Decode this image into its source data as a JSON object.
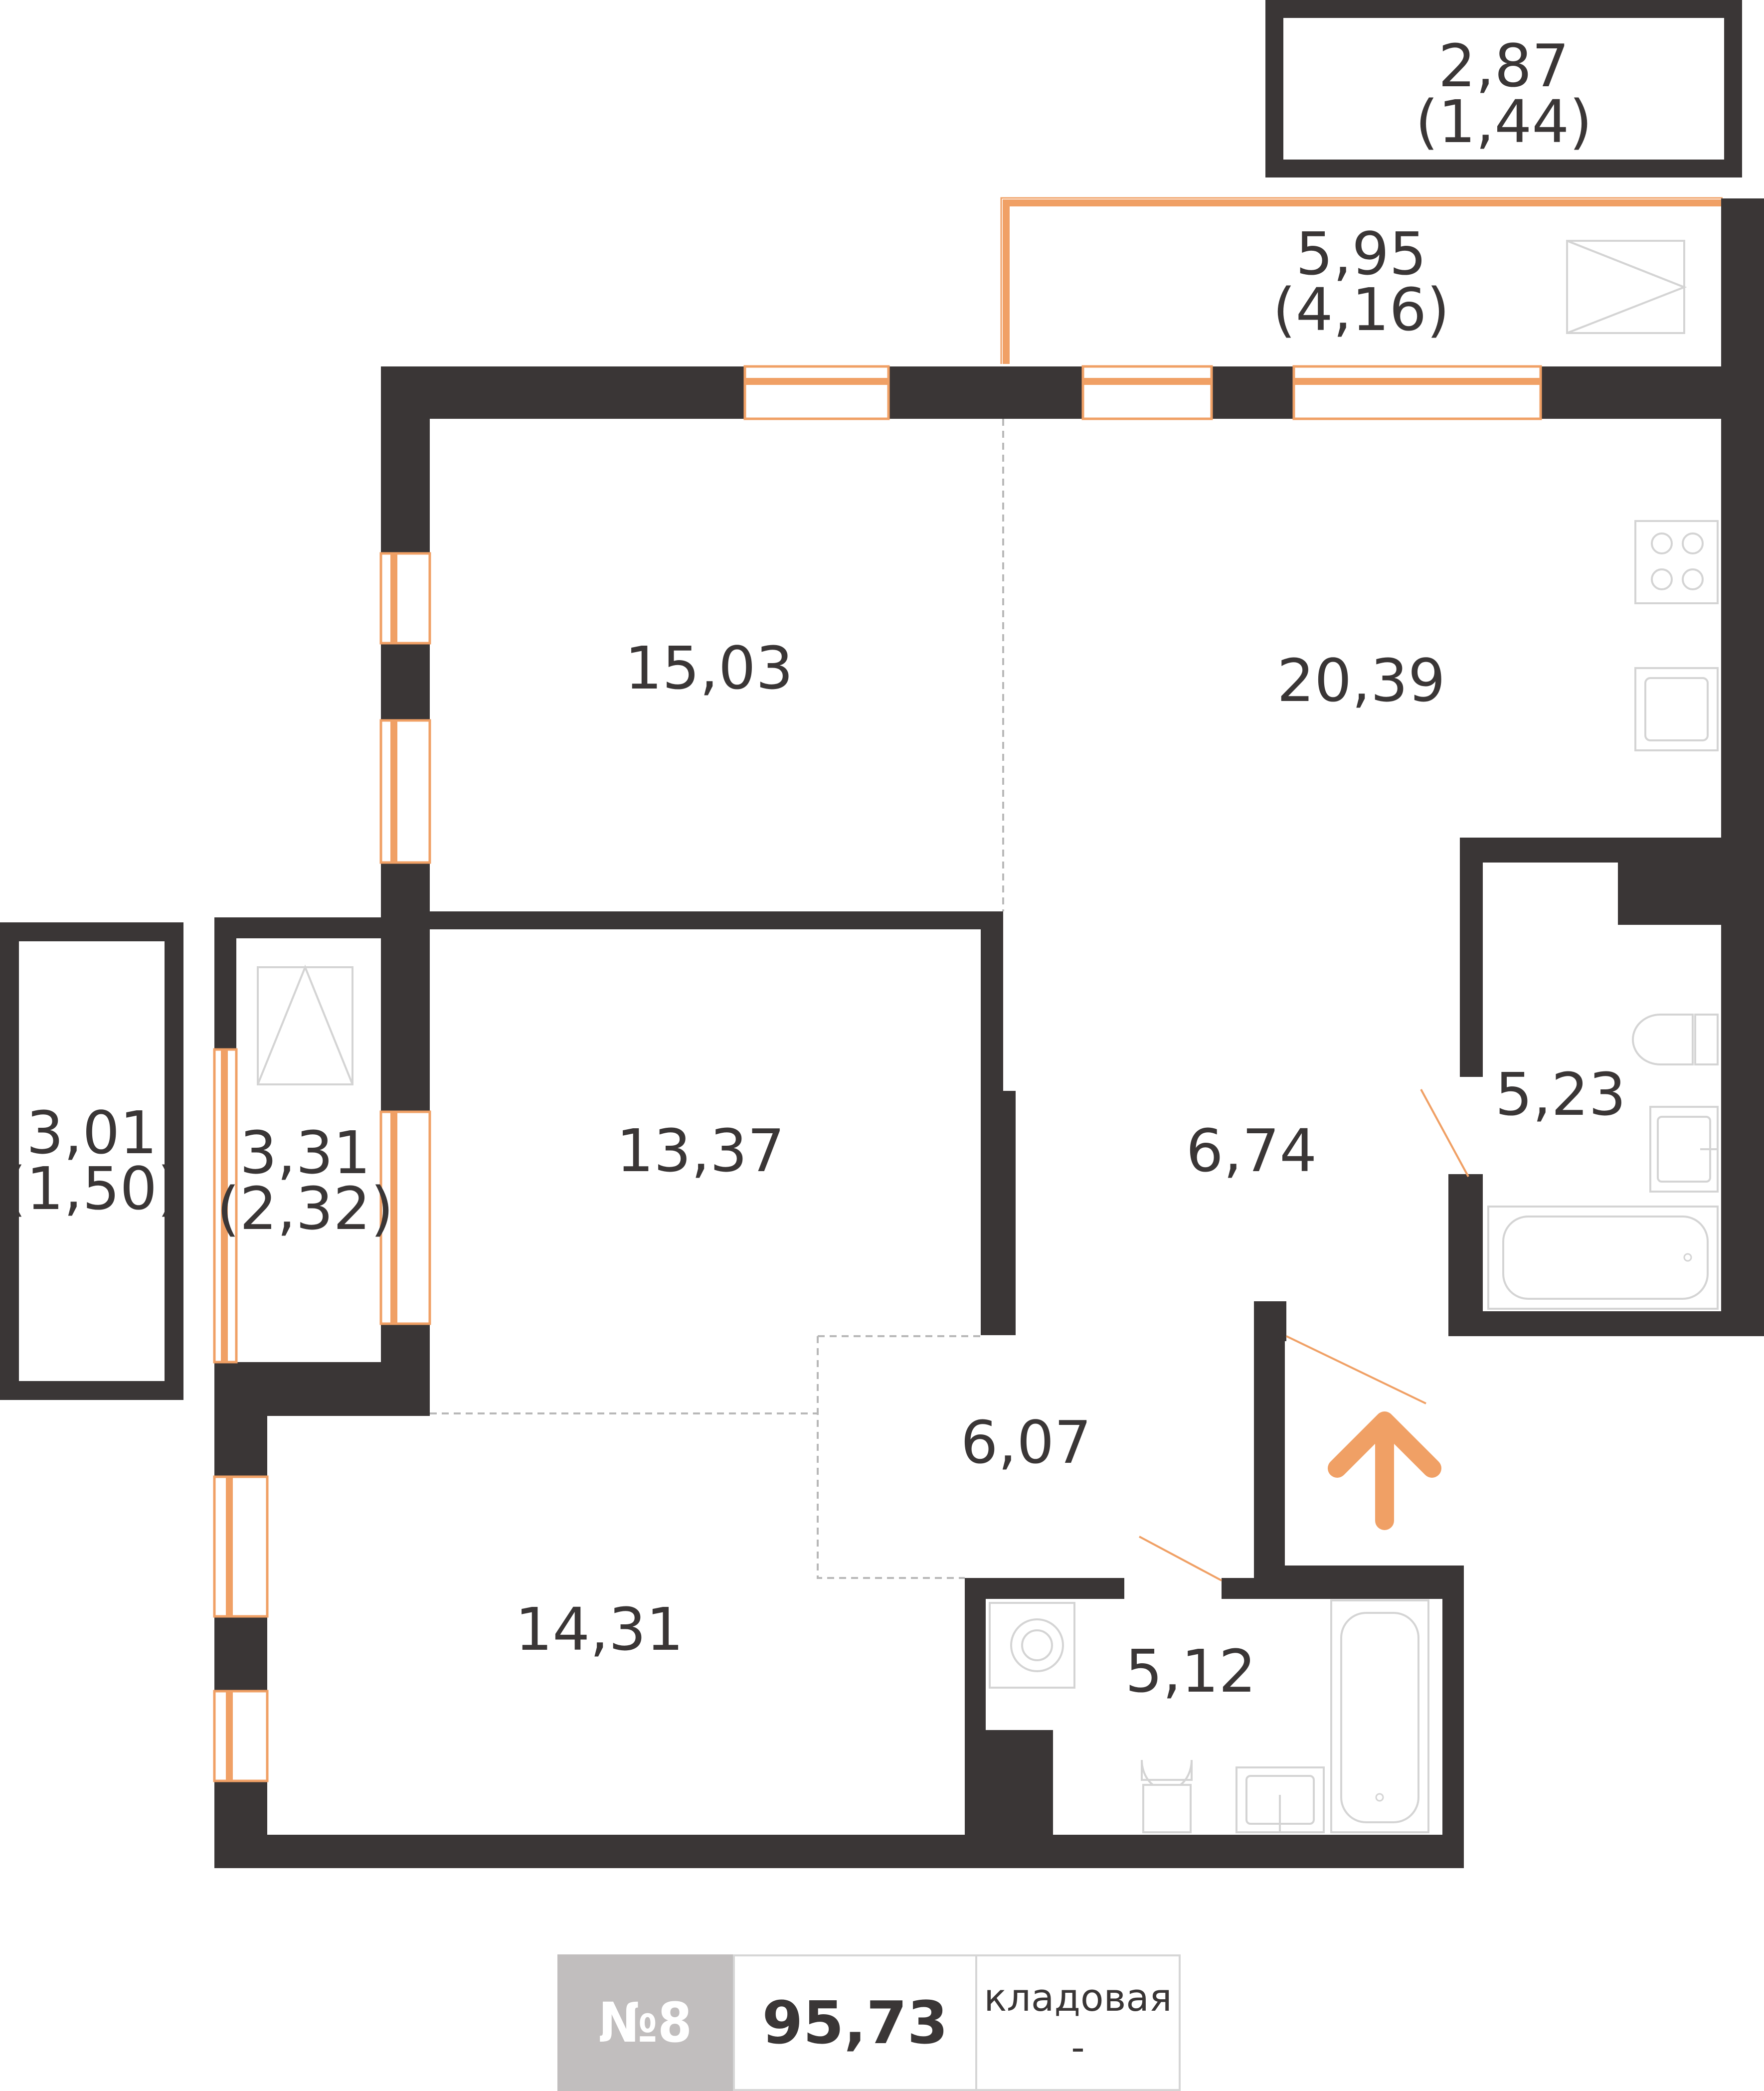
{
  "rooms": {
    "balcony_top_small": {
      "area": "2,87",
      "sub": "(1,44)"
    },
    "balcony_top": {
      "area": "5,95",
      "sub": "(4,16)"
    },
    "bedroom_1": {
      "area": "15,03"
    },
    "kitchen_living": {
      "area": "20,39"
    },
    "bathroom_right": {
      "area": "5,23"
    },
    "hall": {
      "area": "6,74"
    },
    "bedroom_2": {
      "area": "13,37"
    },
    "loggia_left_outer": {
      "area": "3,01",
      "sub": "(1,50)"
    },
    "loggia_left": {
      "area": "3,31",
      "sub": "(2,32)"
    },
    "corridor": {
      "area": "6,07"
    },
    "bedroom_3": {
      "area": "14,31"
    },
    "bathroom_bottom": {
      "area": "5,12"
    }
  },
  "info": {
    "number": "№8",
    "total_area": "95,73",
    "storage_label": "кладовая",
    "storage_value": "-"
  },
  "colors": {
    "wall": "#3a3636",
    "window": "#f0a065",
    "fixture": "#d4d4d4",
    "number_cell": "#c1bebe"
  },
  "icons": [
    "stove-icon",
    "sink-icon",
    "toilet-icon",
    "bathtub-icon",
    "washing-machine-icon",
    "entrance-arrow-icon"
  ]
}
